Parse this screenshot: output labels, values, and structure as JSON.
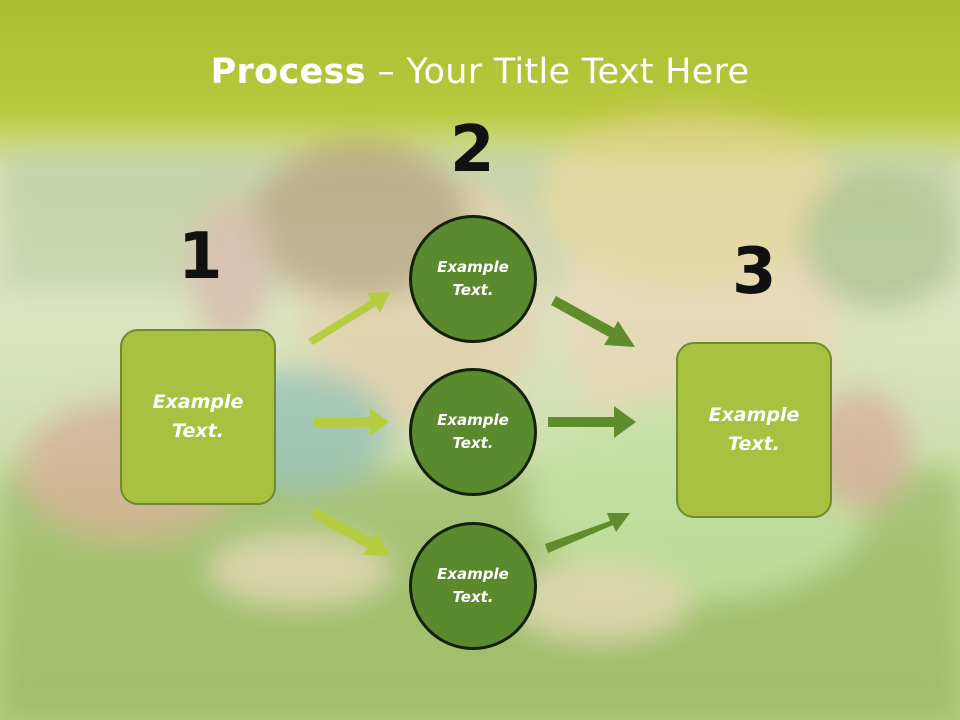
{
  "title": {
    "bold": "Process",
    "rest": " – Your Title Text Here"
  },
  "steps": [
    {
      "number": "1"
    },
    {
      "number": "2"
    },
    {
      "number": "3"
    }
  ],
  "left_box": {
    "label": "Example\nText."
  },
  "circles": [
    {
      "label": "Example\nText."
    },
    {
      "label": "Example\nText."
    },
    {
      "label": "Example\nText."
    }
  ],
  "right_box": {
    "label": "Example\nText."
  },
  "colors": {
    "light_arrow": "#b6cd42",
    "dark_arrow": "#5f8c2c",
    "box_fill": "#a9c140",
    "circle_fill": "#5b8a2e"
  }
}
